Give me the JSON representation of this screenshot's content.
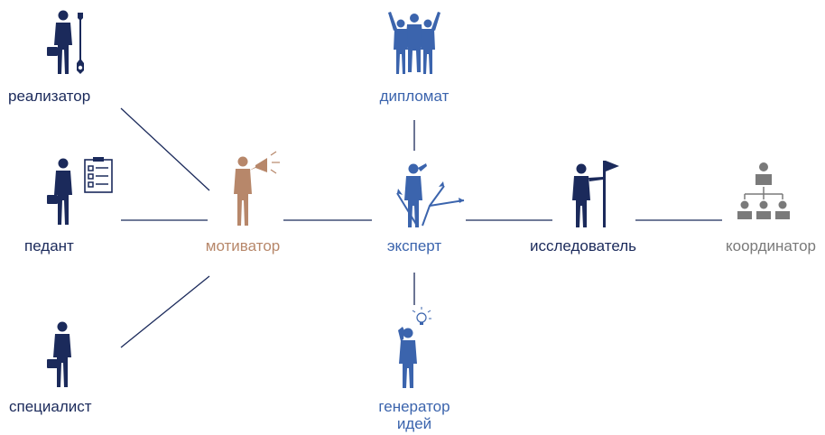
{
  "colors": {
    "navy": "#1b2a5b",
    "blue": "#3b64ad",
    "tan": "#b7876a",
    "gray": "#7a7a7a",
    "line": "#1b2a5b"
  },
  "nodes": {
    "realizator": {
      "label": "реализатор",
      "icon": "worker-with-wrench-icon"
    },
    "pedant": {
      "label": "педант",
      "icon": "businessman-with-checklist-icon"
    },
    "specialist": {
      "label": "специалист",
      "icon": "businessman-with-briefcase-icon"
    },
    "motivator": {
      "label": "мотиватор",
      "icon": "person-with-megaphone-icon"
    },
    "diplomat": {
      "label": "дипломат",
      "icon": "group-of-people-icon"
    },
    "expert": {
      "label": "эксперт",
      "icon": "person-at-crossroads-icon"
    },
    "generator": {
      "label_line1": "генератор",
      "label_line2": "идей",
      "icon": "person-with-lightbulb-icon"
    },
    "researcher": {
      "label": "исследователь",
      "icon": "person-with-flag-icon"
    },
    "coordinator": {
      "label": "координатор",
      "icon": "org-hierarchy-icon"
    }
  }
}
